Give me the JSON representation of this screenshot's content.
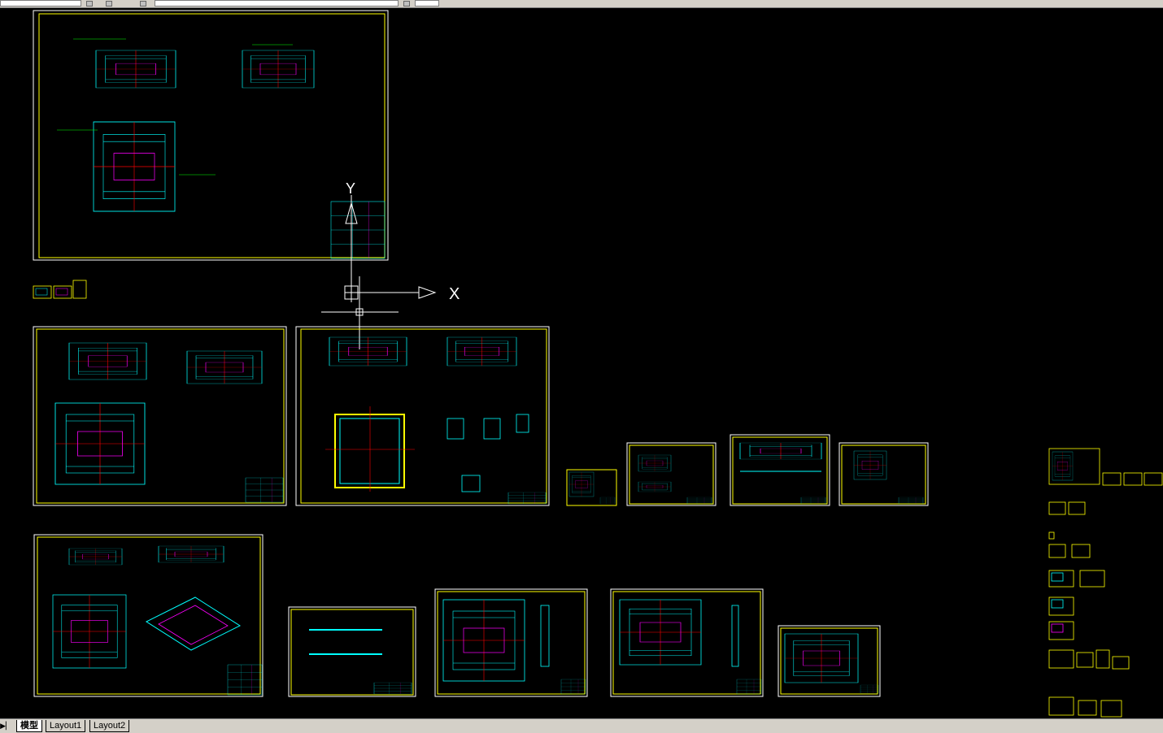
{
  "ucs": {
    "x_label": "X",
    "y_label": "Y"
  },
  "tabs": {
    "model": "模型",
    "layout1": "Layout1",
    "layout2": "Layout2",
    "nav_icon": "play-first-icon"
  },
  "colors": {
    "background": "#000000",
    "frame": "#ffff00",
    "part": "#00ffff",
    "highlight": "#ff00ff",
    "centerline": "#ff0000",
    "annotation": "#00ff00",
    "axis": "#ffffff"
  }
}
